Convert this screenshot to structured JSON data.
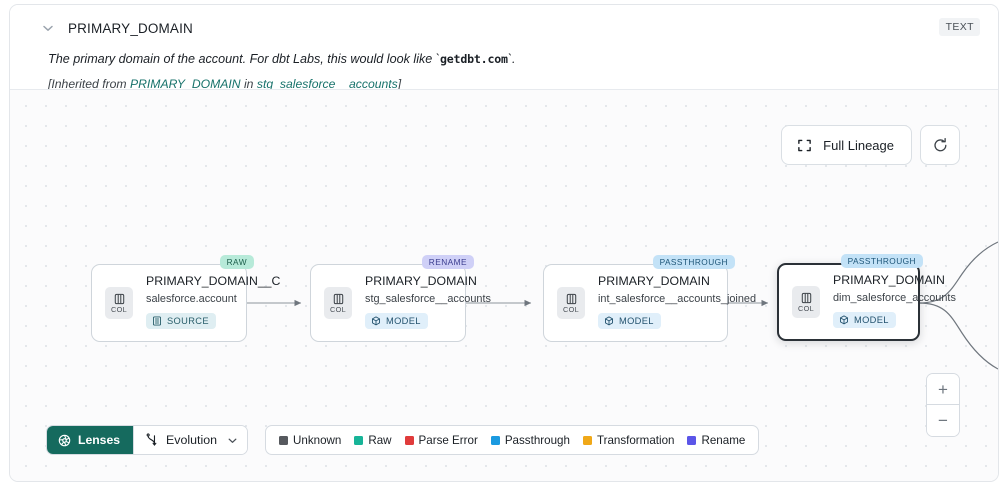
{
  "header": {
    "collapse_icon": "chevron-down-icon",
    "title": "PRIMARY_DOMAIN",
    "type_badge": "TEXT",
    "description_pre": "The primary domain of the account. For dbt Labs, this would look like `",
    "description_code": "getdbt.com",
    "description_post": "`.",
    "inherited_prefix": "[Inherited from ",
    "inherited_link": "PRIMARY_DOMAIN",
    "inherited_mid": " in ",
    "inherited_source": "stg_salesforce__accounts",
    "inherited_suffix": "]"
  },
  "canvas": {
    "full_lineage_label": "Full Lineage",
    "full_lineage_icon": "expand-icon",
    "refresh_icon": "refresh-icon",
    "zoom_in_label": "+",
    "zoom_out_label": "−"
  },
  "nodes": [
    {
      "tag": "RAW",
      "tag_kind": "raw",
      "col_label": "COL",
      "name": "PRIMARY_DOMAIN__C",
      "subtitle": "salesforce.account",
      "pill_label": "SOURCE",
      "pill_icon": "source-icon",
      "pill_kind": "source",
      "selected": false
    },
    {
      "tag": "RENAME",
      "tag_kind": "rename",
      "col_label": "COL",
      "name": "PRIMARY_DOMAIN",
      "subtitle": "stg_salesforce__accounts",
      "pill_label": "MODEL",
      "pill_icon": "model-icon",
      "pill_kind": "model",
      "selected": false
    },
    {
      "tag": "PASSTHROUGH",
      "tag_kind": "passthrough",
      "col_label": "COL",
      "name": "PRIMARY_DOMAIN",
      "subtitle": "int_salesforce__accounts_joined",
      "pill_label": "MODEL",
      "pill_icon": "model-icon",
      "pill_kind": "model",
      "selected": false
    },
    {
      "tag": "PASSTHROUGH",
      "tag_kind": "passthrough",
      "col_label": "COL",
      "name": "PRIMARY_DOMAIN",
      "subtitle": "dim_salesforce_accounts",
      "pill_label": "MODEL",
      "pill_icon": "model-icon",
      "pill_kind": "model",
      "selected": true
    }
  ],
  "toolbar": {
    "lenses_label": "Lenses",
    "lenses_icon": "aperture-icon",
    "evolution_label": "Evolution",
    "evolution_icon": "evolution-icon",
    "evolution_caret_icon": "chevron-down-icon"
  },
  "legend": {
    "items": [
      {
        "label": "Unknown",
        "color": "#56595e"
      },
      {
        "label": "Raw",
        "color": "#17b498"
      },
      {
        "label": "Parse Error",
        "color": "#e03b3b"
      },
      {
        "label": "Passthrough",
        "color": "#1b9ae0"
      },
      {
        "label": "Transformation",
        "color": "#f0a818"
      },
      {
        "label": "Rename",
        "color": "#5b55e8"
      }
    ]
  }
}
